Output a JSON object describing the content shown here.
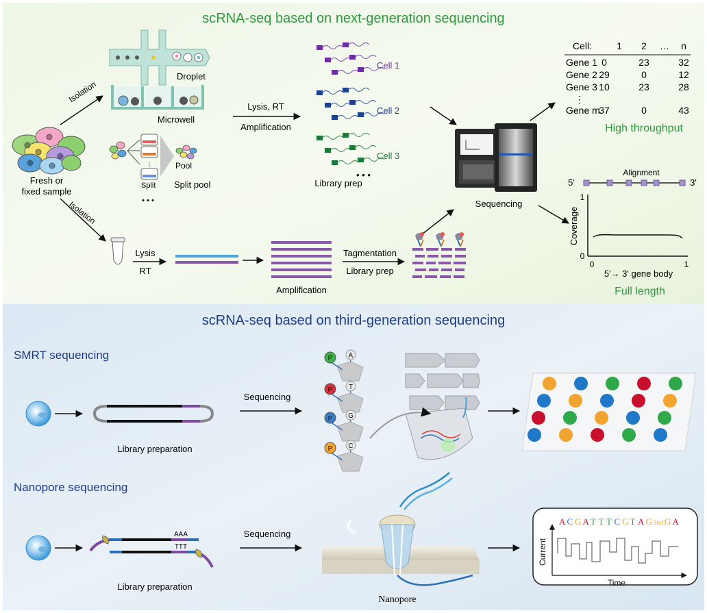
{
  "top": {
    "title": "scRNA-seq based on next-generation sequencing",
    "sample_label_1": "Fresh or",
    "sample_label_2": "fixed sample",
    "isolation_top": "Isolation",
    "isolation_bottom": "Isolation",
    "droplet": "Droplet",
    "microwell": "Microwell",
    "split": "Split",
    "pool": "Pool",
    "split_pool": "Split pool",
    "ellipsis": "• • •",
    "lysis_rt": "Lysis, RT",
    "amplification_top": "Amplification",
    "cells": [
      {
        "label": "Cell 1",
        "color": "#6b2fa0"
      },
      {
        "label": "Cell 2",
        "color": "#1f3f8f"
      },
      {
        "label": "Cell 3",
        "color": "#1f7a3a"
      }
    ],
    "cell_ellipsis": "• • •",
    "library_prep": "Library prep",
    "sequencing": "Sequencing",
    "lysis": "Lysis",
    "rt": "RT",
    "amplification_bottom": "Amplification",
    "tagmentation": "Tagmentation",
    "library_prep_bottom": "Library prep",
    "table": {
      "header_label": "Cell:",
      "cols": [
        "1",
        "2",
        "…",
        "n"
      ],
      "rows": [
        {
          "gene": "Gene 1",
          "vals": [
            "0",
            "23",
            "32"
          ]
        },
        {
          "gene": "Gene 2",
          "vals": [
            "29",
            "0",
            "12"
          ]
        },
        {
          "gene": "Gene 3",
          "vals": [
            "10",
            "23",
            "28"
          ]
        },
        {
          "gene": "Gene m",
          "vals": [
            "37",
            "0",
            "43"
          ]
        }
      ],
      "vdots": "⋮"
    },
    "high_throughput": "High throughput",
    "alignment": "Alignment",
    "five_prime": "5'",
    "three_prime": "3'",
    "coverage_label": "Coverage",
    "y_tick_top": "1",
    "y_tick_bottom": "0",
    "x_tick_left": "0",
    "x_tick_right": "1",
    "gene_body": "5'→ 3' gene body",
    "full_length": "Full length",
    "accent_green": "#2e9a3e"
  },
  "bottom": {
    "title": "scRNA-seq based on third-generation sequencing",
    "smrt_heading": "SMRT sequencing",
    "smrt_library": "Library preparation",
    "smrt_sequencing": "Sequencing",
    "nucleotides": [
      {
        "p": "P",
        "base": "A",
        "color": "#3fb24a"
      },
      {
        "p": "P",
        "base": "T",
        "color": "#d3343c"
      },
      {
        "p": "P",
        "base": "G",
        "color": "#3c7dc4"
      },
      {
        "p": "P",
        "base": "C",
        "color": "#f2a430"
      }
    ],
    "dot_grid_colors": [
      [
        "#f2a430",
        "#1f78c8",
        "#2fa84a",
        "#c8102e",
        "#2fa84a"
      ],
      [
        "#1f78c8",
        "#f2a430",
        "#1f78c8",
        "#c8102e",
        "#f2a430"
      ],
      [
        "#c8102e",
        "#2fa84a",
        "#f2a430",
        "#1f78c8",
        "#2fa84a"
      ],
      [
        "#1f78c8",
        "#f2a430",
        "#c8102e",
        "#2fa84a",
        "#1f78c8"
      ]
    ],
    "nanopore_heading": "Nanopore sequencing",
    "aaa": "AAA",
    "ttt": "TTT",
    "nano_library": "Library preparation",
    "nano_sequencing": "Sequencing",
    "nanopore": "Nanopore",
    "signal_sequence": [
      {
        "t": "A",
        "c": "#c8102e"
      },
      {
        "t": "C",
        "c": "#1f78c8"
      },
      {
        "t": "G",
        "c": "#f2a430"
      },
      {
        "t": "A",
        "c": "#c8102e"
      },
      {
        "t": "T",
        "c": "#2fa84a"
      },
      {
        "t": "T",
        "c": "#2fa84a"
      },
      {
        "t": "T",
        "c": "#2fa84a"
      },
      {
        "t": "C",
        "c": "#1f78c8"
      },
      {
        "t": "G",
        "c": "#f2a430"
      },
      {
        "t": "T",
        "c": "#2fa84a"
      },
      {
        "t": "A",
        "c": "#c8102e"
      },
      {
        "t": "G",
        "c": "#f2a430"
      },
      {
        "t": "5mC",
        "c": "#f2a430"
      },
      {
        "t": "G",
        "c": "#f2a430"
      },
      {
        "t": "A",
        "c": "#c8102e"
      }
    ],
    "current": "Current",
    "time": "Time",
    "heading_color": "#1f3c88"
  }
}
